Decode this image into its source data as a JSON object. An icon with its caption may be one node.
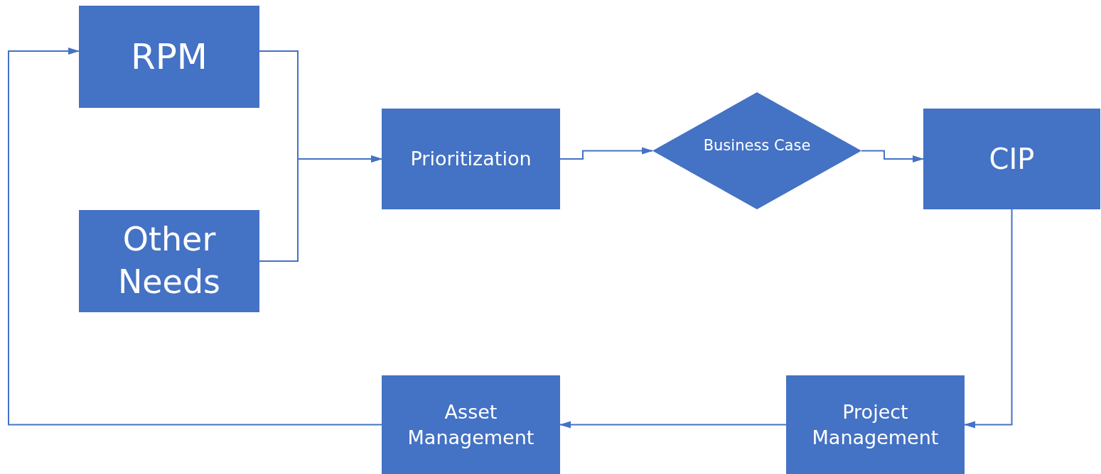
{
  "diagram": {
    "nodes": [
      {
        "text": [
          "RPM"
        ]
      },
      {
        "text": [
          "Other Needs"
        ]
      },
      {
        "text": [
          "Prioritization"
        ]
      },
      {
        "text": [
          "Business Case"
        ]
      },
      {
        "text": [
          "CIP"
        ]
      },
      {
        "text": [
          "Asset Management"
        ]
      },
      {
        "text": [
          "Project Management"
        ]
      }
    ],
    "edges": [
      {
        "from": 0,
        "to": 2,
        "arrow": "to"
      },
      {
        "from": 1,
        "to": 2,
        "arrow": "to"
      },
      {
        "from": 2,
        "to": 3,
        "arrow": "to"
      },
      {
        "from": 3,
        "to": 4,
        "arrow": "to"
      },
      {
        "from": 4,
        "to": 6,
        "arrow": "to"
      },
      {
        "from": 6,
        "to": 5,
        "arrow": "to"
      },
      {
        "from": 5,
        "to": 0,
        "arrow": "to"
      }
    ]
  }
}
